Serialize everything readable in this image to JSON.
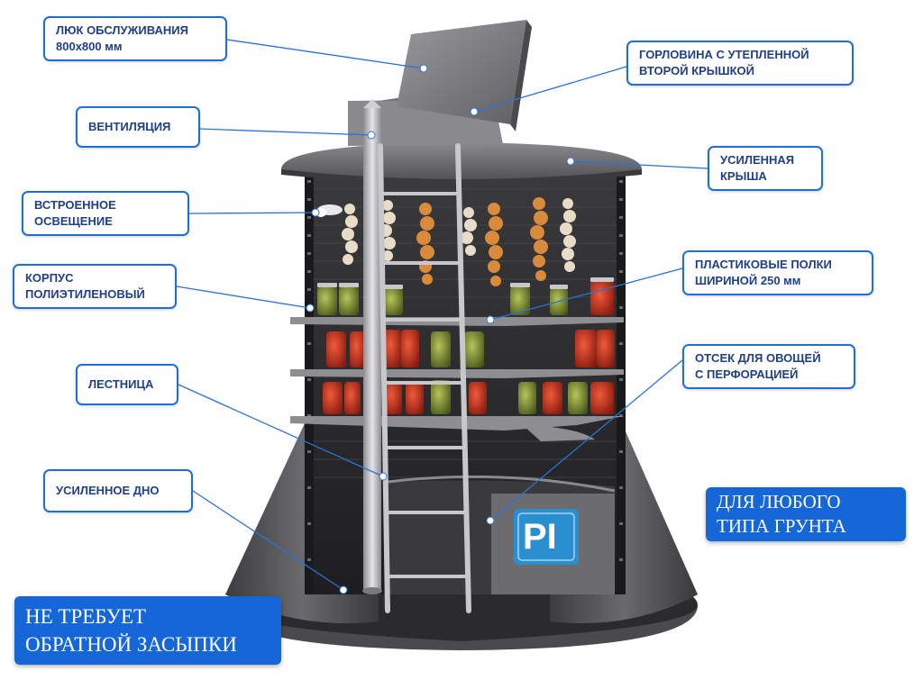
{
  "callouts": {
    "hatch": "ЛЮК ОБСЛУЖИВАНИЯ\n800х800 мм",
    "neck": "ГОРЛОВИНА С УТЕПЛЕННОЙ\nВТОРОЙ КРЫШКОЙ",
    "ventilation": "ВЕНТИЛЯЦИЯ",
    "roof": "УСИЛЕННАЯ\nКРЫША",
    "lighting": "ВСТРОЕННОЕ\nОСВЕЩЕНИЕ",
    "body": "КОРПУС\nПОЛИЭТИЛЕНОВЫЙ",
    "shelves": "ПЛАСТИКОВЫЕ ПОЛКИ\nШИРИНОЙ 250 мм",
    "ladder": "ЛЕСТНИЦА",
    "veg_compartment": "ОТСЕК ДЛЯ ОВОЩЕЙ\nС ПЕРФОРАЦИЕЙ",
    "bottom": "УСИЛЕННОЕ ДНО"
  },
  "badges": {
    "soil": "ДЛЯ ЛЮБОГО\nТИПА ГРУНТА",
    "backfill": "НЕ ТРЕБУЕТ\nОБРАТНОЙ ЗАСЫПКИ"
  },
  "logo": "PI",
  "colors": {
    "callout_border": "#1d6fd6",
    "callout_text": "#1f3f86",
    "badge_fill": "#1566d6",
    "leader_line": "#2a72d8",
    "body_dark": "#2a2a2c",
    "shell_grey": "#5a5a5e"
  }
}
